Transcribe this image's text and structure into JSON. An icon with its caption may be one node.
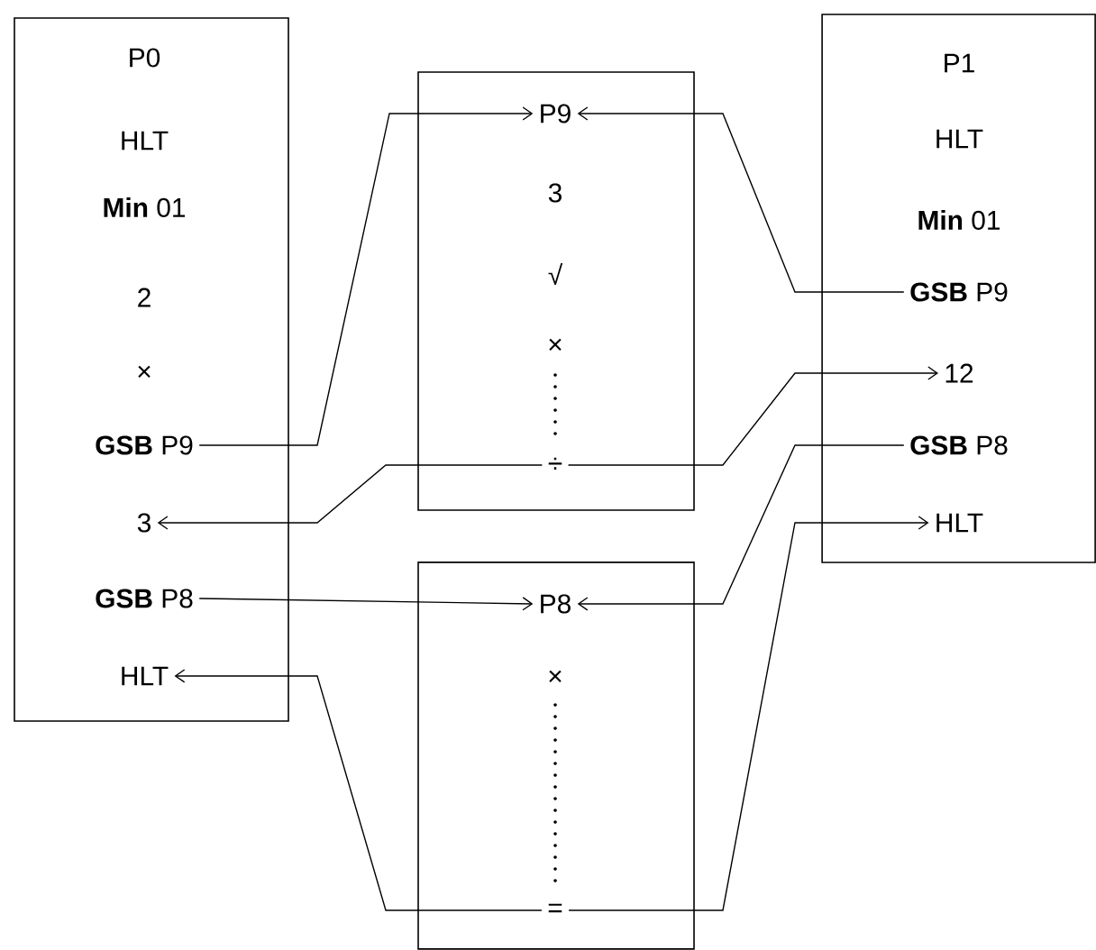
{
  "diagram": {
    "nodes": [
      {
        "text": [],
        "shape": "box"
      },
      {
        "text": [
          "P0"
        ],
        "in": 0
      },
      {
        "text": [
          "HLT"
        ],
        "in": 0
      },
      {
        "text": [
          "**Min** 01"
        ],
        "in": 0
      },
      {
        "text": [
          "2"
        ],
        "in": 0
      },
      {
        "text": [
          "×"
        ],
        "in": 0
      },
      {
        "text": [
          "**GSB** P9"
        ],
        "in": 0
      },
      {
        "text": [
          "3"
        ],
        "in": 0
      },
      {
        "text": [
          "**GSB** P8"
        ],
        "in": 0
      },
      {
        "text": [
          "HLT"
        ],
        "in": 0
      },
      {
        "text": [],
        "shape": "box"
      },
      {
        "text": [
          "P9"
        ],
        "in": 10
      },
      {
        "text": [
          "3"
        ],
        "in": 10
      },
      {
        "text": [
          "√"
        ],
        "in": 10
      },
      {
        "text": [
          "×"
        ],
        "in": 10
      },
      {
        "text": [
          "÷"
        ],
        "in": 10
      },
      {
        "text": [],
        "shape": "box"
      },
      {
        "text": [
          "P8"
        ],
        "in": 16
      },
      {
        "text": [
          "×"
        ],
        "in": 16
      },
      {
        "text": [
          "="
        ],
        "in": 16
      },
      {
        "text": [],
        "shape": "box"
      },
      {
        "text": [
          "P1"
        ],
        "in": 20
      },
      {
        "text": [
          "HLT"
        ],
        "in": 20
      },
      {
        "text": [
          "**Min** 01"
        ],
        "in": 20
      },
      {
        "text": [
          "**GSB** P9"
        ],
        "in": 20
      },
      {
        "text": [
          "12"
        ],
        "in": 20
      },
      {
        "text": [
          "**GSB** P8"
        ],
        "in": 20
      },
      {
        "text": [
          "HLT"
        ],
        "in": 20
      }
    ],
    "edges": [
      {
        "from": 6,
        "to": 11,
        "arrow": "to"
      },
      {
        "from": 15,
        "to": 7,
        "arrow": "to"
      },
      {
        "from": 8,
        "to": 17,
        "arrow": "to"
      },
      {
        "from": 19,
        "to": 9,
        "arrow": "to"
      },
      {
        "from": 24,
        "to": 11,
        "arrow": "to"
      },
      {
        "from": 15,
        "to": 25,
        "arrow": "to"
      },
      {
        "from": 26,
        "to": 17,
        "arrow": "to"
      },
      {
        "from": 19,
        "to": 27,
        "arrow": "to"
      }
    ]
  }
}
